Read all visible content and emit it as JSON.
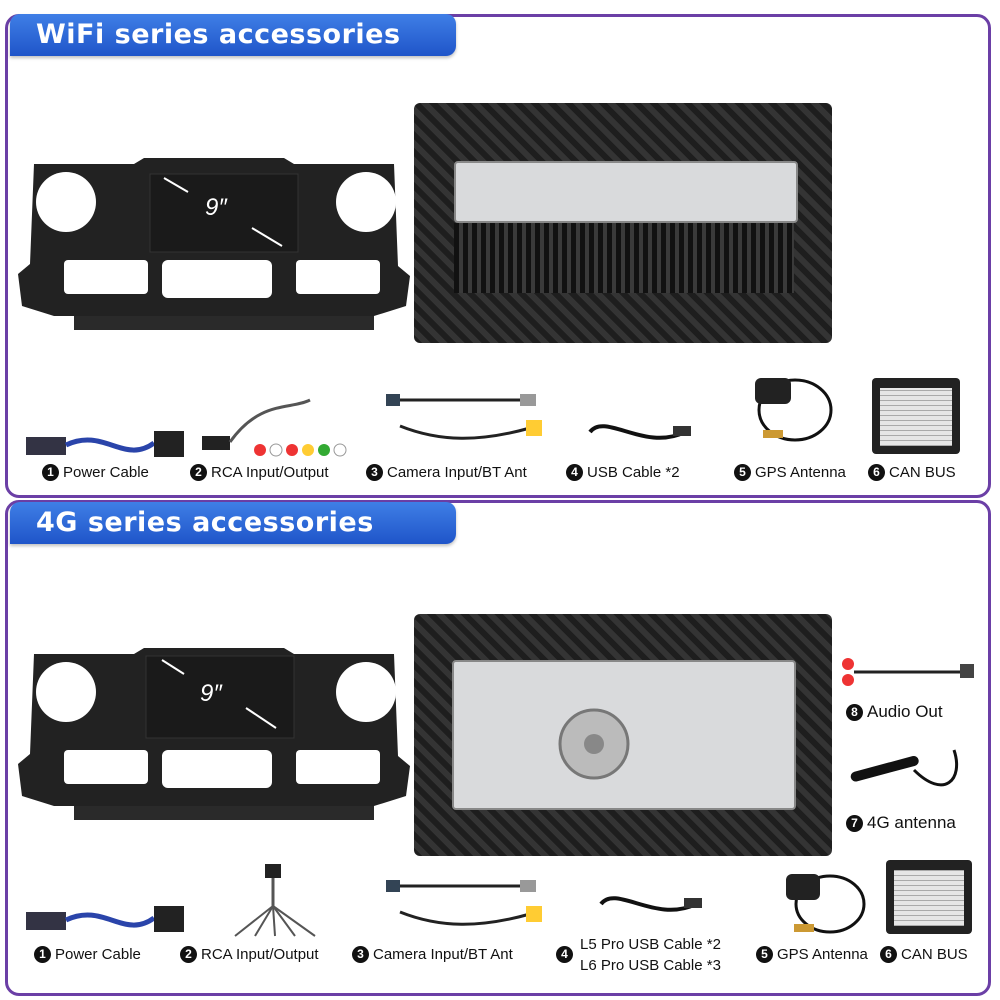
{
  "sections": {
    "wifi": {
      "title": "WiFi series accessories",
      "screen_size": "9″",
      "items": [
        {
          "num": "1",
          "label": "Power Cable"
        },
        {
          "num": "2",
          "label": "RCA Input/Output"
        },
        {
          "num": "3",
          "label": "Camera Input/BT Ant"
        },
        {
          "num": "4",
          "label": "USB Cable *2"
        },
        {
          "num": "5",
          "label": "GPS Antenna"
        },
        {
          "num": "6",
          "label": "CAN BUS"
        }
      ]
    },
    "g4": {
      "title": "4G series accessories",
      "screen_size": "9″",
      "items": [
        {
          "num": "1",
          "label": "Power Cable"
        },
        {
          "num": "2",
          "label": "RCA Input/Output"
        },
        {
          "num": "3",
          "label": "Camera Input/BT Ant"
        },
        {
          "num": "4",
          "label_line1": "L5 Pro USB Cable *2",
          "label_line2": "L6 Pro USB Cable *3"
        },
        {
          "num": "5",
          "label": "GPS Antenna"
        },
        {
          "num": "6",
          "label": "CAN BUS"
        },
        {
          "num": "7",
          "label": "4G antenna"
        },
        {
          "num": "8",
          "label": "Audio Out"
        }
      ]
    }
  }
}
